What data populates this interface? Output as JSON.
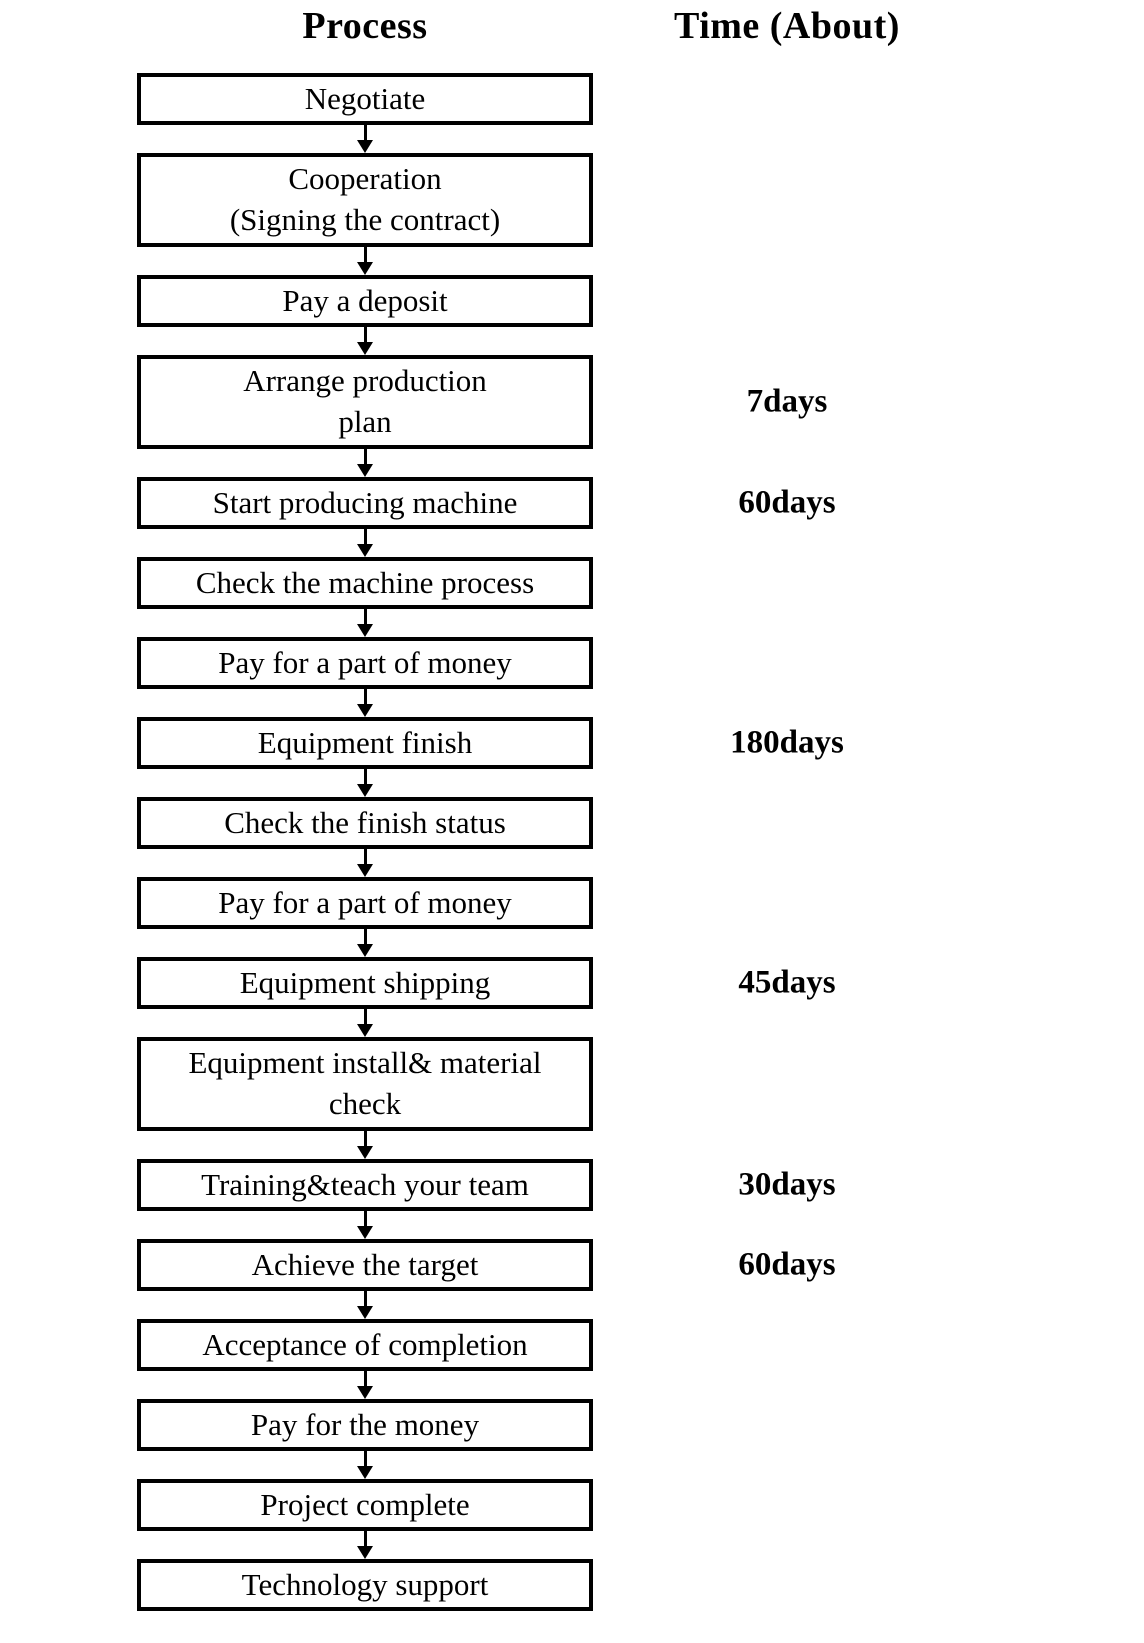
{
  "page": {
    "background_color": "#ffffff",
    "ink_color": "#000000",
    "type": "flowchart"
  },
  "headers": {
    "process": "Process",
    "time": "Time (About)"
  },
  "steps": [
    {
      "label": "Negotiate",
      "time": ""
    },
    {
      "label": "Cooperation\n(Signing the contract)",
      "time": ""
    },
    {
      "label": "Pay a deposit",
      "time": ""
    },
    {
      "label": "Arrange production\nplan",
      "time": "7days"
    },
    {
      "label": "Start producing machine",
      "time": "60days"
    },
    {
      "label": "Check the machine process",
      "time": ""
    },
    {
      "label": "Pay for a part of money",
      "time": ""
    },
    {
      "label": "Equipment finish",
      "time": "180days"
    },
    {
      "label": "Check the finish status",
      "time": ""
    },
    {
      "label": "Pay for a part of money",
      "time": ""
    },
    {
      "label": "Equipment shipping",
      "time": "45days"
    },
    {
      "label": "Equipment install& material\ncheck",
      "time": ""
    },
    {
      "label": "Training&teach your team",
      "time": "30days"
    },
    {
      "label": "Achieve the target",
      "time": "60days"
    },
    {
      "label": "Acceptance of completion",
      "time": ""
    },
    {
      "label": "Pay for the money",
      "time": ""
    },
    {
      "label": "Project complete",
      "time": ""
    },
    {
      "label": "Technology support",
      "time": ""
    }
  ]
}
